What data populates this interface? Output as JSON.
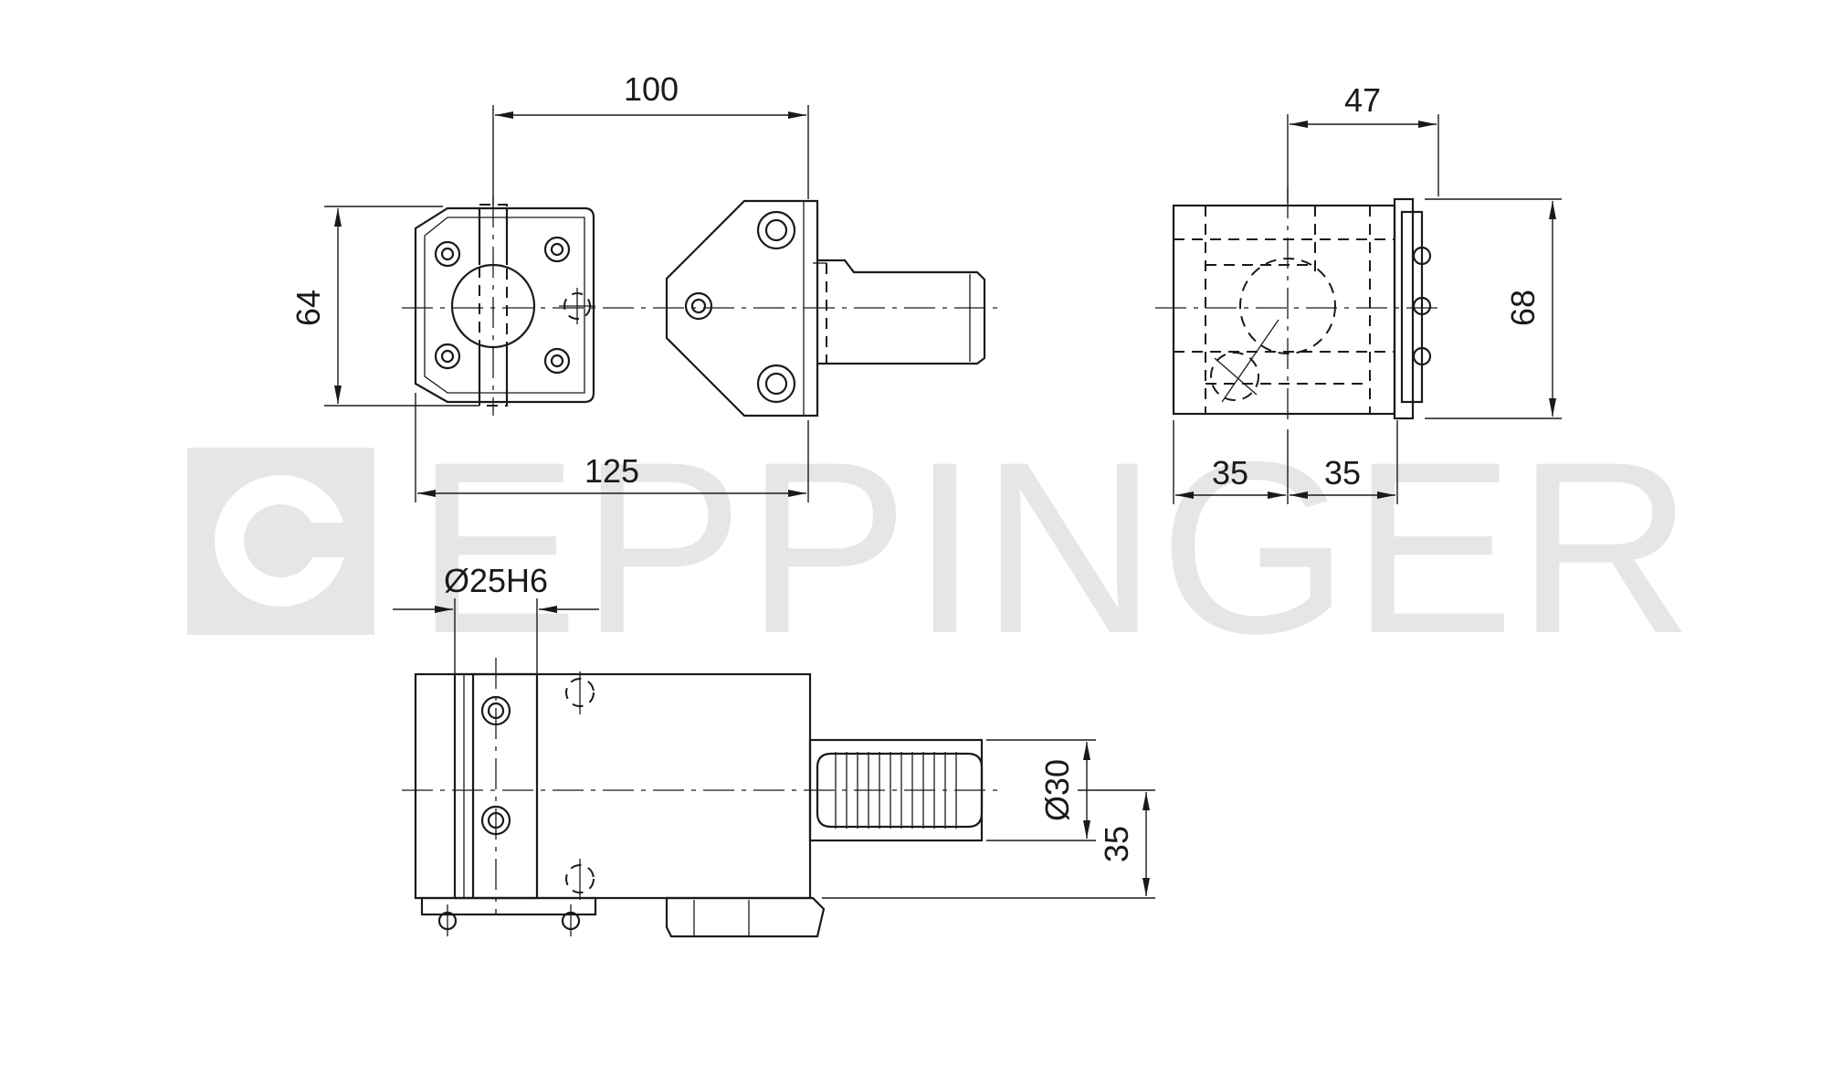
{
  "watermark": {
    "brand": "EPPINGER",
    "color": "#e6e6e6"
  },
  "dimensions": {
    "front_width_top": "100",
    "front_height": "64",
    "front_width_bottom": "125",
    "side_top": "47",
    "side_height": "68",
    "side_left": "35",
    "side_right": "35",
    "bore": "Ø25H6",
    "shank_diameter": "Ø30",
    "shank_offset": "35"
  },
  "colors": {
    "line": "#1a1a1a",
    "background": "#ffffff"
  }
}
